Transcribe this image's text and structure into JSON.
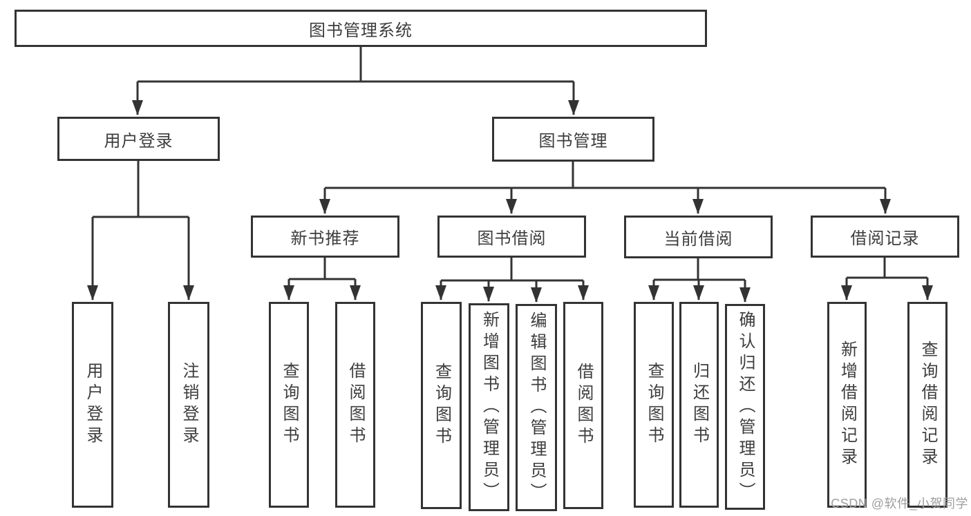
{
  "tree": {
    "label": "图书管理系统",
    "children": [
      {
        "label": "用户登录",
        "children": [
          {
            "label": "用户登录"
          },
          {
            "label": "注销登录"
          }
        ]
      },
      {
        "label": "图书管理",
        "children": [
          {
            "label": "新书推荐",
            "children": [
              {
                "label": "查询图书"
              },
              {
                "label": "借阅图书"
              }
            ]
          },
          {
            "label": "图书借阅",
            "children": [
              {
                "label": "查询图书"
              },
              {
                "label": "新增图书（管理员）"
              },
              {
                "label": "编辑图书（管理员）"
              },
              {
                "label": "借阅图书"
              }
            ]
          },
          {
            "label": "当前借阅",
            "children": [
              {
                "label": "查询图书"
              },
              {
                "label": "归还图书"
              },
              {
                "label": "确认归还（管理员）"
              }
            ]
          },
          {
            "label": "借阅记录",
            "children": [
              {
                "label": "新增借阅记录"
              },
              {
                "label": "查询借阅记录"
              }
            ]
          }
        ]
      }
    ]
  },
  "watermark": "CSDN @软件_小贺同学",
  "colors": {
    "line": "#333333",
    "text": "#3d3d3d",
    "watermark": "#9e9e9e",
    "background": "#ffffff"
  }
}
